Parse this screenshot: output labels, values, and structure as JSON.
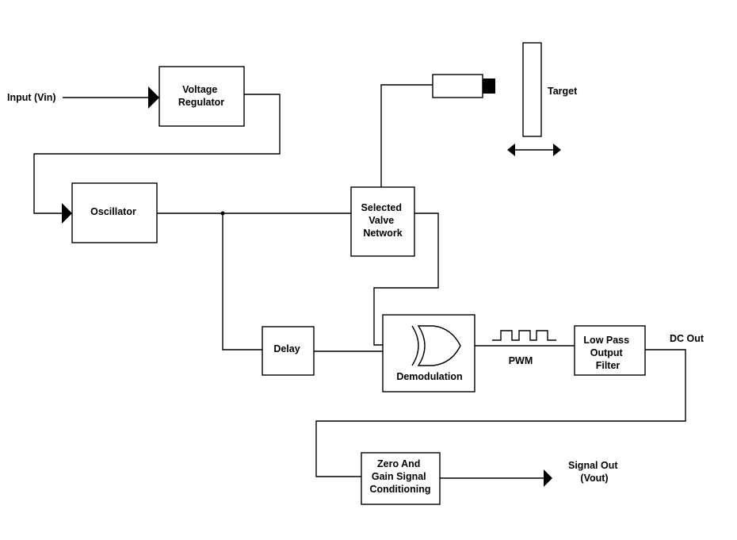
{
  "labels": {
    "input": "Input (Vin)",
    "voltage_regulator": [
      "Voltage",
      "Regulator"
    ],
    "oscillator": "Oscillator",
    "selected_valve_network": [
      "Selected",
      "Valve",
      "Network"
    ],
    "target": "Target",
    "delay": "Delay",
    "demodulation": "Demodulation",
    "pwm": "PWM",
    "low_pass_filter": [
      "Low Pass",
      "Output",
      "Filter"
    ],
    "dc_out": "DC Out",
    "zero_gain": [
      "Zero And",
      "Gain Signal",
      "Conditioning"
    ],
    "signal_out": [
      "Signal Out",
      "(Vout)"
    ]
  }
}
